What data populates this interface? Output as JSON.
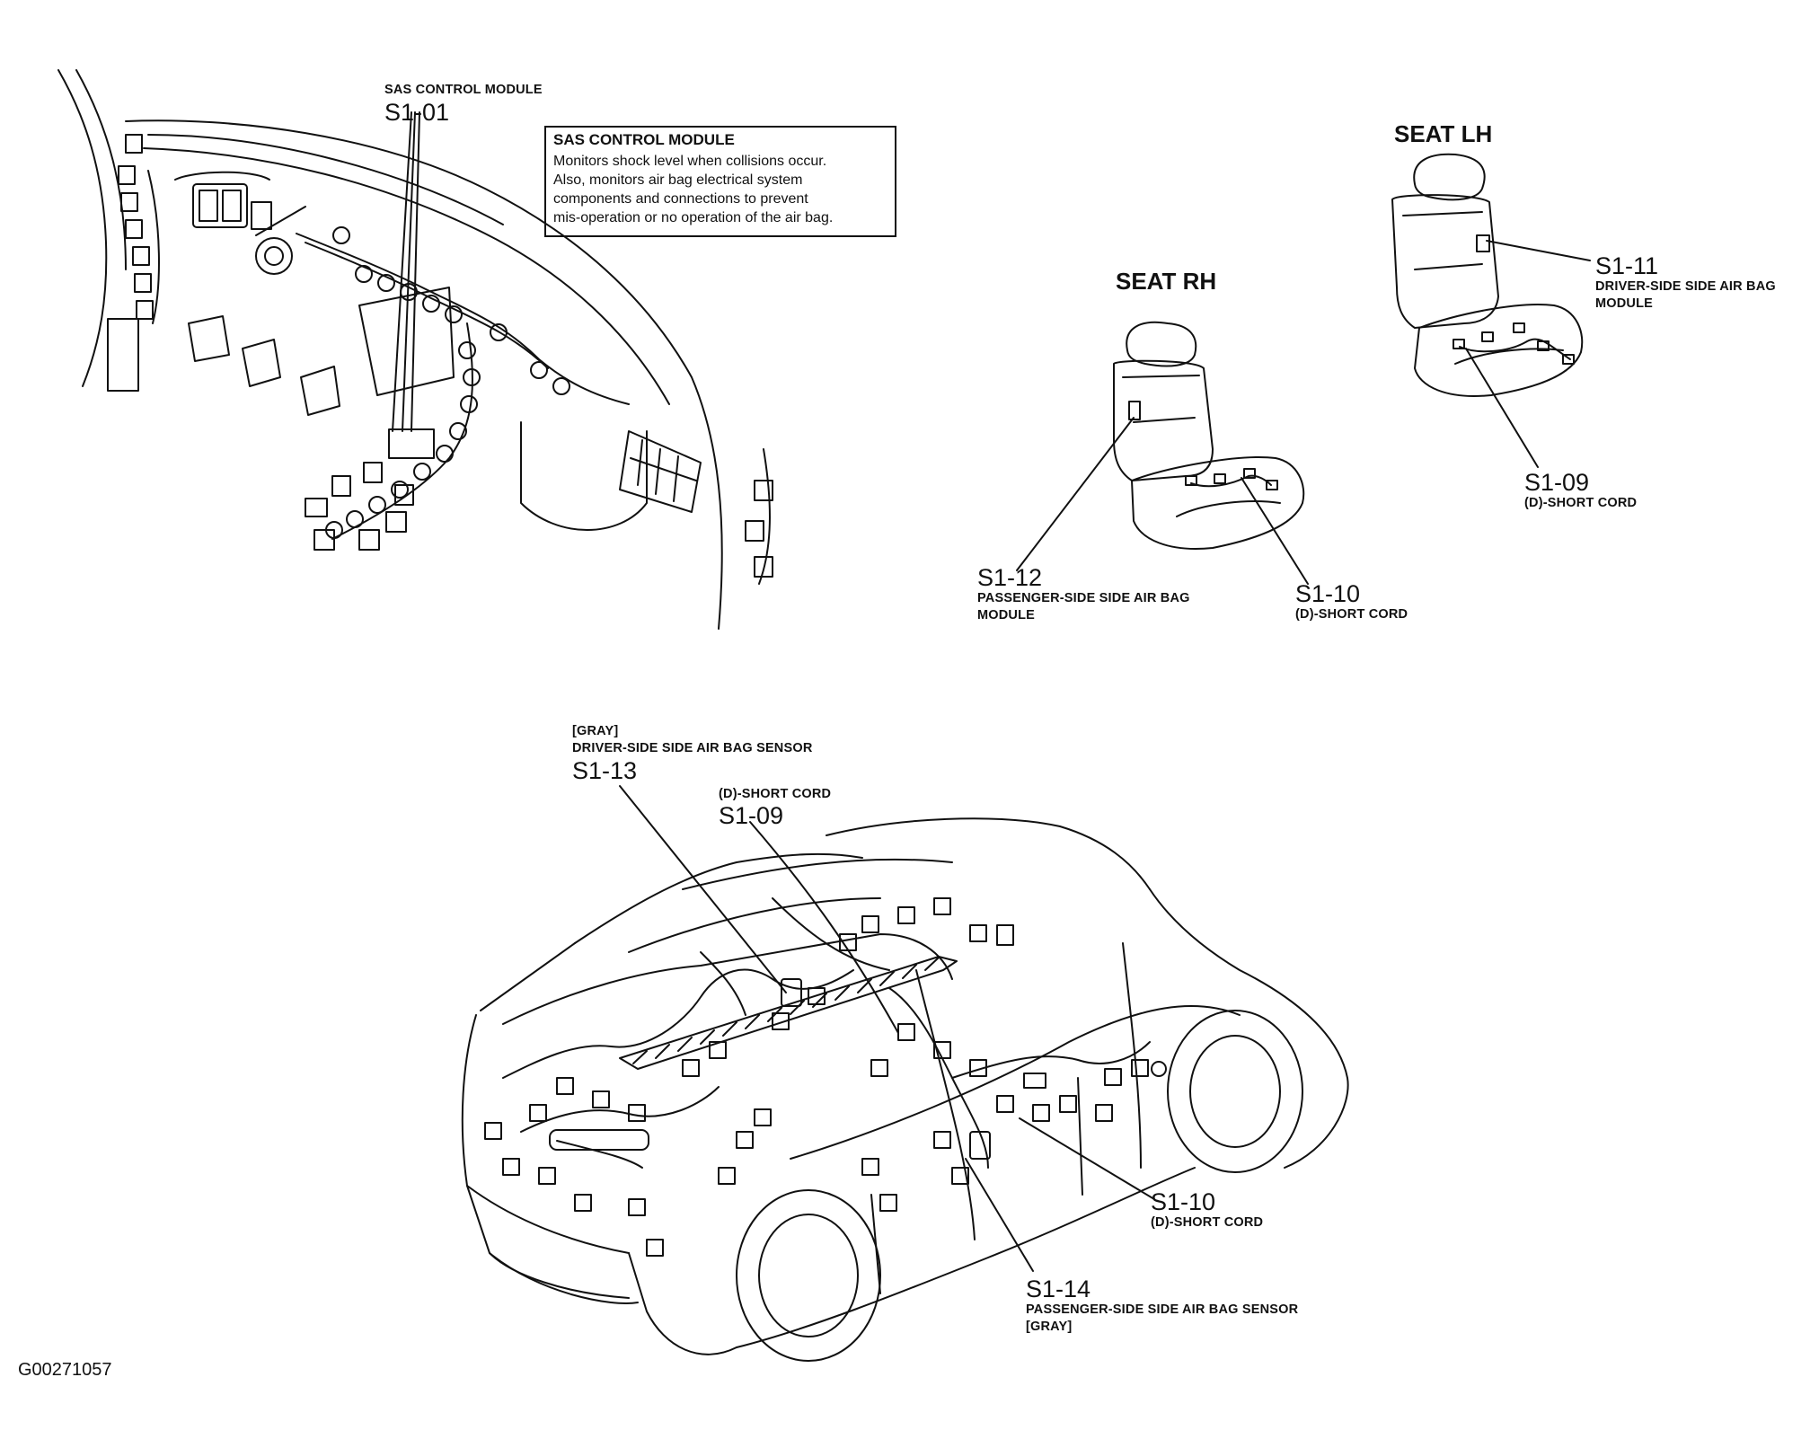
{
  "dashboard": {
    "module_small": "SAS CONTROL MODULE",
    "module_code": "S1-01"
  },
  "info_box": {
    "title": "SAS CONTROL MODULE",
    "lines": [
      "Monitors shock level when collisions occur.",
      "Also, monitors air bag electrical system",
      "components and connections to prevent",
      "mis-operation or no operation of the air bag."
    ]
  },
  "seat_rh": {
    "title": "SEAT RH",
    "s1_12": {
      "code": "S1-12",
      "desc1": "PASSENGER-SIDE SIDE AIR BAG",
      "desc2": "MODULE"
    },
    "s1_10": {
      "code": "S1-10",
      "desc": "(D)-SHORT CORD"
    }
  },
  "seat_lh": {
    "title": "SEAT LH",
    "s1_11": {
      "code": "S1-11",
      "desc1": "DRIVER-SIDE SIDE AIR BAG",
      "desc2": "MODULE"
    },
    "s1_09": {
      "code": "S1-09",
      "desc": "(D)-SHORT CORD"
    }
  },
  "car": {
    "s1_13": {
      "color": "[GRAY]",
      "desc": "DRIVER-SIDE SIDE AIR BAG SENSOR",
      "code": "S1-13"
    },
    "s1_09": {
      "desc": "(D)-SHORT CORD",
      "code": "S1-09"
    },
    "s1_10": {
      "code": "S1-10",
      "desc": "(D)-SHORT CORD"
    },
    "s1_14": {
      "code": "S1-14",
      "desc": "PASSENGER-SIDE SIDE AIR BAG SENSOR",
      "color": "[GRAY]"
    }
  },
  "figure_id": "G00271057"
}
